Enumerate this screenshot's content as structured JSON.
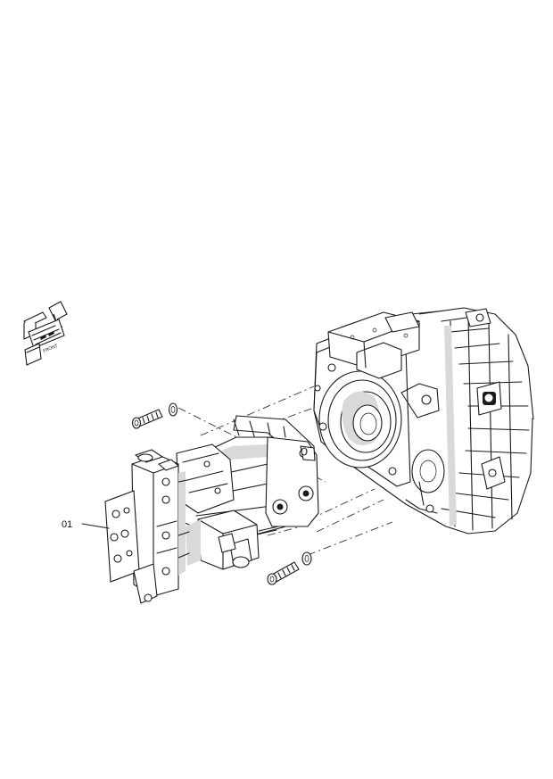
{
  "diagram": {
    "callouts": [
      {
        "id": "01",
        "label": "01"
      }
    ],
    "orientation_icon_text": "FRONT",
    "colors": {
      "line": "#1a1a1a",
      "background": "#ffffff",
      "shade": "#d9d9d9"
    }
  }
}
